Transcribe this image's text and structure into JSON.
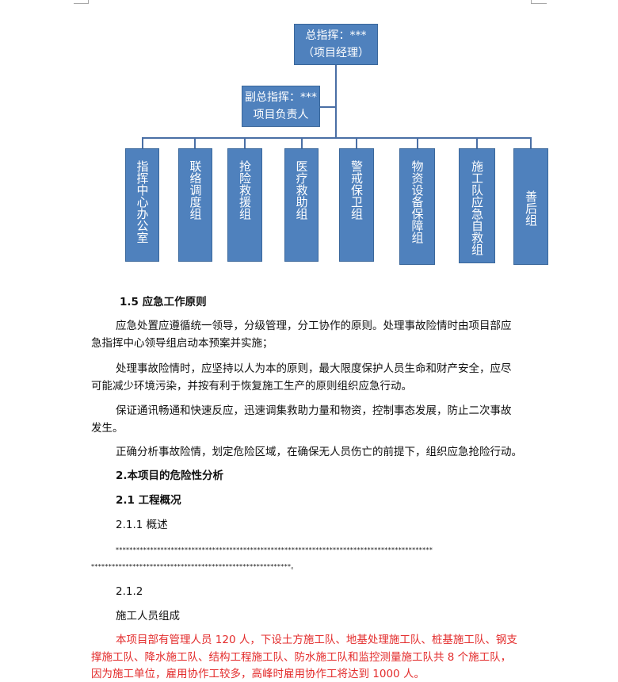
{
  "org_chart": {
    "root": {
      "line1": "总指挥：***",
      "line2": "（项目经理）"
    },
    "deputy": {
      "line1": "副总指挥：***",
      "line2": "项目负责人"
    },
    "groups": [
      "指挥中心办公室",
      "联络调度组",
      "抢险救援组",
      "医疗救助组",
      "警戒保卫组",
      "物资设备保障组",
      "施工队应急自救组",
      "善后组"
    ]
  },
  "doc": {
    "h_1_5": "1.5 应急工作原则",
    "p1_l1": "应急处置应遵循统一领导，分级管理，分工协作的原则。处理事故险情时由项目部应",
    "p1_l2": "急指挥中心领导组启动本预案并实施；",
    "p2_l1": "处理事故险情时，应坚持以人为本的原则，最大限度保护人员生命和财产安全，应尽",
    "p2_l2": "可能减少环境污染，并按有利于恢复施工生产的原则组织应急行动。",
    "p3_l1": "保证通讯畅通和快速反应，迅速调集救助力量和物资，控制事态发展，防止二次事故",
    "p3_l2": "发生。",
    "p4": "正确分析事故险情，划定危险区域，在确保无人员伤亡的前提下，组织应急抢险行动。",
    "h_2": "2.本项目的危险性分析",
    "h_2_1": "2.1 工程概况",
    "h_2_1_1": "2.1.1 概述",
    "stars_l1": "********************************************************************************************",
    "stars_l2": "**********************************************************。",
    "h_2_1_2": "2.1.2",
    "h_staff": "施工人员组成",
    "red_l1": "本项目部有管理人员 120 人，下设土方施工队、地基处理施工队、桩基施工队、钢支",
    "red_l2": "撑施工队、降水施工队、结构工程施工队、防水施工队和监控测量施工队共 8 个施工队，",
    "red_l3": "因为施工单位，雇用协作工较多，高峰时雇用协作工将达到 1000 人。"
  }
}
